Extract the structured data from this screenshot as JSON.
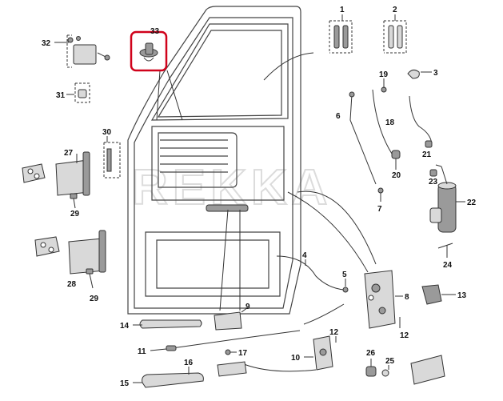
{
  "watermark": "REKKA",
  "highlight_color": "#d0021b",
  "callouts": {
    "c1": "1",
    "c2": "2",
    "c3": "3",
    "c4": "4",
    "c5": "5",
    "c6": "6",
    "c7": "7",
    "c8": "8",
    "c9": "9",
    "c10": "10",
    "c11": "11",
    "c12": "12",
    "c13": "13",
    "c14": "14",
    "c15": "15",
    "c16": "16",
    "c17": "17",
    "c18": "18",
    "c19": "19",
    "c20": "20",
    "c21": "21",
    "c22": "22",
    "c23": "23",
    "c24": "24",
    "c25": "25",
    "c26": "26",
    "c27": "27",
    "c28": "28",
    "c29a": "29",
    "c29b": "29",
    "c30": "30",
    "c31": "31",
    "c32": "32",
    "c33": "33"
  }
}
